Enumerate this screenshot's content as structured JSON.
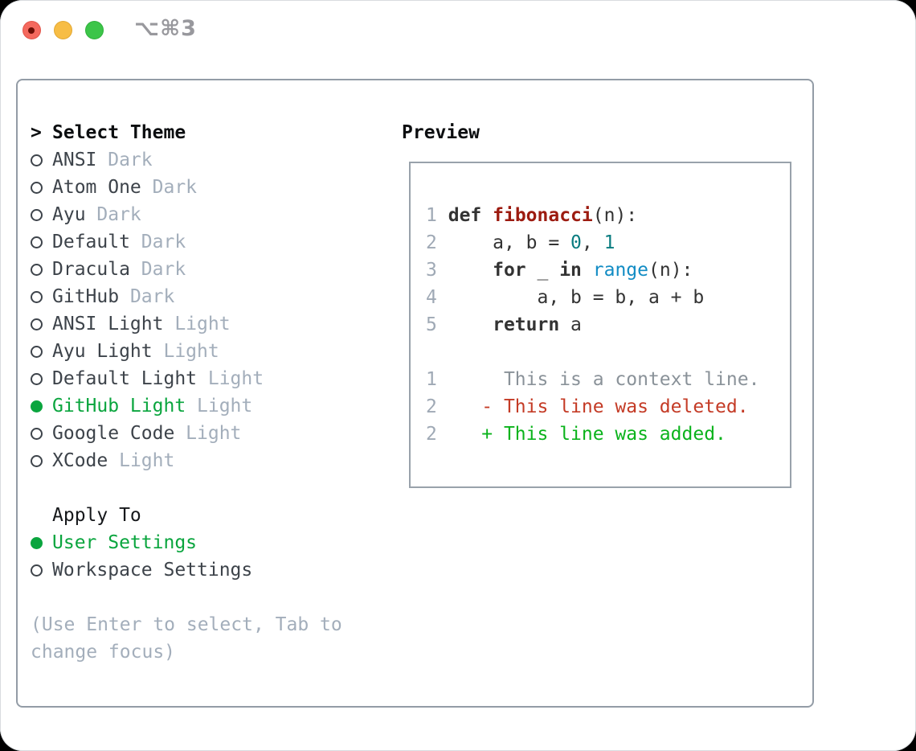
{
  "window": {
    "title": "⌥⌘3",
    "traffic_lights": [
      {
        "name": "close",
        "color": "#f4695e"
      },
      {
        "name": "minimize",
        "color": "#f7bd45"
      },
      {
        "name": "zoom",
        "color": "#3cc549"
      }
    ]
  },
  "colors": {
    "selected_green": "#0aa53e",
    "added_green": "#0bb31c",
    "deleted_red": "#c43b26",
    "function_title_red": "#9c1b10",
    "number_teal": "#0a7c80",
    "builtin_blue": "#128cc4",
    "muted_gray": "#a3aebb",
    "panel_border": "#939ca6"
  },
  "panel": {
    "heading": {
      "cursor": ">",
      "label": "Select Theme"
    },
    "themes": [
      {
        "name": "ANSI",
        "variant": "Dark",
        "selected": false
      },
      {
        "name": "Atom One",
        "variant": "Dark",
        "selected": false
      },
      {
        "name": "Ayu",
        "variant": "Dark",
        "selected": false
      },
      {
        "name": "Default",
        "variant": "Dark",
        "selected": false
      },
      {
        "name": "Dracula",
        "variant": "Dark",
        "selected": false
      },
      {
        "name": "GitHub",
        "variant": "Dark",
        "selected": false
      },
      {
        "name": "ANSI Light",
        "variant": "Light",
        "selected": false
      },
      {
        "name": "Ayu Light",
        "variant": "Light",
        "selected": false
      },
      {
        "name": "Default Light",
        "variant": "Light",
        "selected": false
      },
      {
        "name": "GitHub Light",
        "variant": "Light",
        "selected": true
      },
      {
        "name": "Google Code",
        "variant": "Light",
        "selected": false
      },
      {
        "name": "XCode",
        "variant": "Light",
        "selected": false
      }
    ],
    "apply_to": {
      "heading": "Apply To",
      "options": [
        {
          "label": "User Settings",
          "selected": true
        },
        {
          "label": "Workspace Settings",
          "selected": false
        }
      ]
    },
    "hint": {
      "line1": "(Use Enter to select, Tab to",
      "line2": "change focus)"
    }
  },
  "preview": {
    "heading": "Preview",
    "rows": [
      {
        "num": "1",
        "t": [
          " ",
          "def",
          " ",
          "fibonacci",
          "(n):"
        ]
      },
      {
        "num": "2",
        "t": [
          "     a, b = ",
          "0",
          ", ",
          "1"
        ]
      },
      {
        "num": "3",
        "t": [
          "     ",
          "for",
          " _ ",
          "in",
          " ",
          "range",
          "(n):"
        ]
      },
      {
        "num": "4",
        "t": [
          "         a, b = b, a + b"
        ]
      },
      {
        "num": "5",
        "t": [
          "     ",
          "return",
          " a"
        ]
      },
      {
        "num": "",
        "t": [
          ""
        ]
      },
      {
        "num": "1",
        "t": [
          "      This is a context line."
        ]
      },
      {
        "num": "2",
        "t": [
          "    - This line was deleted."
        ]
      },
      {
        "num": "2",
        "t": [
          "    + This line was added."
        ]
      }
    ]
  }
}
